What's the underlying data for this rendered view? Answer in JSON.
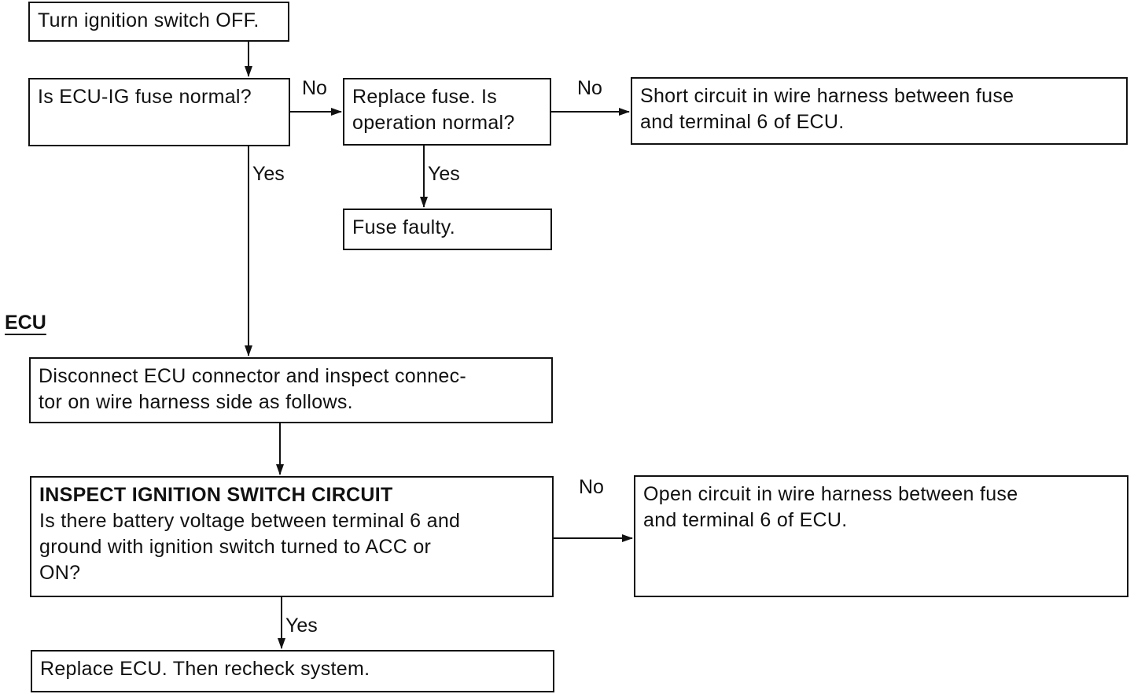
{
  "boxes": {
    "ignition_off": {
      "lines": [
        "Turn ignition switch OFF."
      ]
    },
    "fuse_check": {
      "lines": [
        "Is ECU-IG fuse normal?"
      ]
    },
    "replace_fuse": {
      "lines": [
        "Replace fuse. Is",
        "operation normal?"
      ]
    },
    "short_circuit": {
      "lines": [
        "Short circuit in wire harness between fuse",
        "and terminal 6 of ECU."
      ]
    },
    "fuse_faulty": {
      "lines": [
        "Fuse faulty."
      ]
    },
    "disconnect_ecu": {
      "lines": [
        "Disconnect ECU connector and inspect connec-",
        "tor on wire harness side as follows."
      ]
    },
    "inspect_circuit": {
      "heading": "INSPECT IGNITION SWITCH CIRCUIT",
      "lines": [
        "Is there battery voltage between terminal 6 and",
        "ground with ignition switch turned to ACC or",
        "ON?"
      ]
    },
    "open_circuit": {
      "lines": [
        "Open circuit in wire harness between fuse",
        "and terminal 6 of ECU."
      ]
    },
    "replace_ecu": {
      "lines": [
        "Replace ECU. Then recheck system."
      ]
    }
  },
  "section_label": "ECU",
  "edge_labels": {
    "fuse_no": "No",
    "replace_no": "No",
    "fuse_yes": "Yes",
    "replace_yes": "Yes",
    "inspect_no": "No",
    "inspect_yes": "Yes"
  }
}
